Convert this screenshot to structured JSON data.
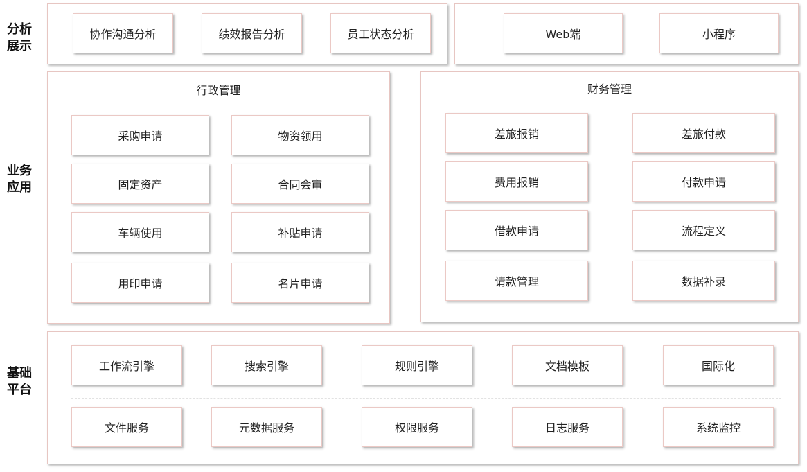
{
  "rows": {
    "analysis": {
      "label": "分析展示",
      "group1": [
        "协作沟通分析",
        "绩效报告分析",
        "员工状态分析"
      ],
      "group2": [
        "Web端",
        "小程序"
      ]
    },
    "business": {
      "label": "业务应用",
      "admin": {
        "title": "行政管理",
        "items": [
          "采购申请",
          "物资领用",
          "固定资产",
          "合同会审",
          "车辆使用",
          "补贴申请",
          "用印申请",
          "名片申请"
        ]
      },
      "finance": {
        "title": "财务管理",
        "items": [
          "差旅报销",
          "差旅付款",
          "费用报销",
          "付款申请",
          "借款申请",
          "流程定义",
          "请款管理",
          "数据补录"
        ]
      }
    },
    "platform": {
      "label": "基础平台",
      "engines": [
        "工作流引擎",
        "搜索引擎",
        "规则引擎",
        "文档模板",
        "国际化"
      ],
      "services": [
        "文件服务",
        "元数据服务",
        "权限服务",
        "日志服务",
        "系统监控"
      ]
    }
  }
}
